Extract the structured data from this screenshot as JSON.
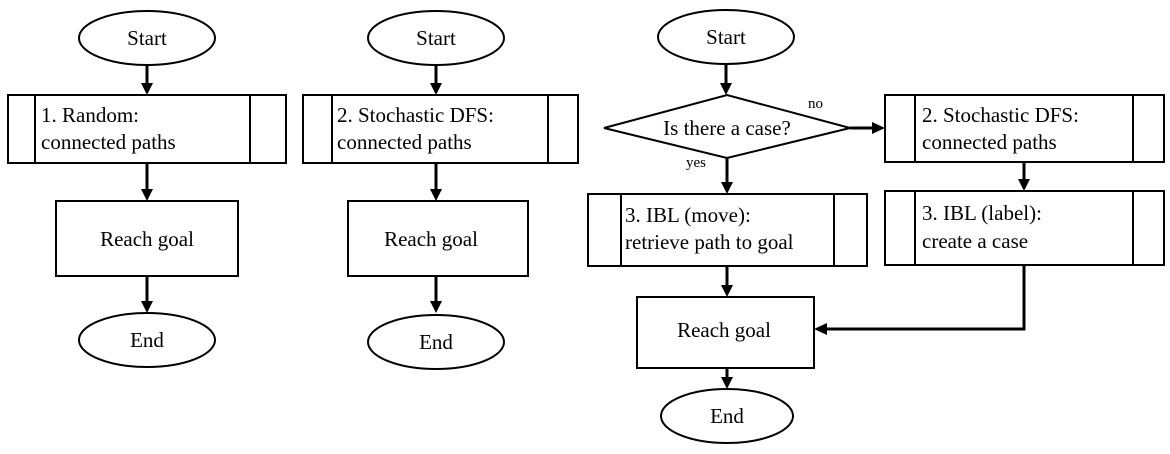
{
  "flow1": {
    "start": "Start",
    "step1": {
      "line1": "1. Random:",
      "line2": "connected paths"
    },
    "goal": "Reach goal",
    "end": "End"
  },
  "flow2": {
    "start": "Start",
    "step1": {
      "line1": "2. Stochastic DFS:",
      "line2": "connected paths"
    },
    "goal": "Reach goal",
    "end": "End"
  },
  "flow3": {
    "start": "Start",
    "decision": "Is there a case?",
    "yes_label": "yes",
    "no_label": "no",
    "yes_step": {
      "line1": "3. IBL (move):",
      "line2": "retrieve path to goal"
    },
    "no_step1": {
      "line1": "2. Stochastic DFS:",
      "line2": "connected paths"
    },
    "no_step2": {
      "line1": "3. IBL (label):",
      "line2": "create a case"
    },
    "goal": "Reach goal",
    "end": "End"
  }
}
